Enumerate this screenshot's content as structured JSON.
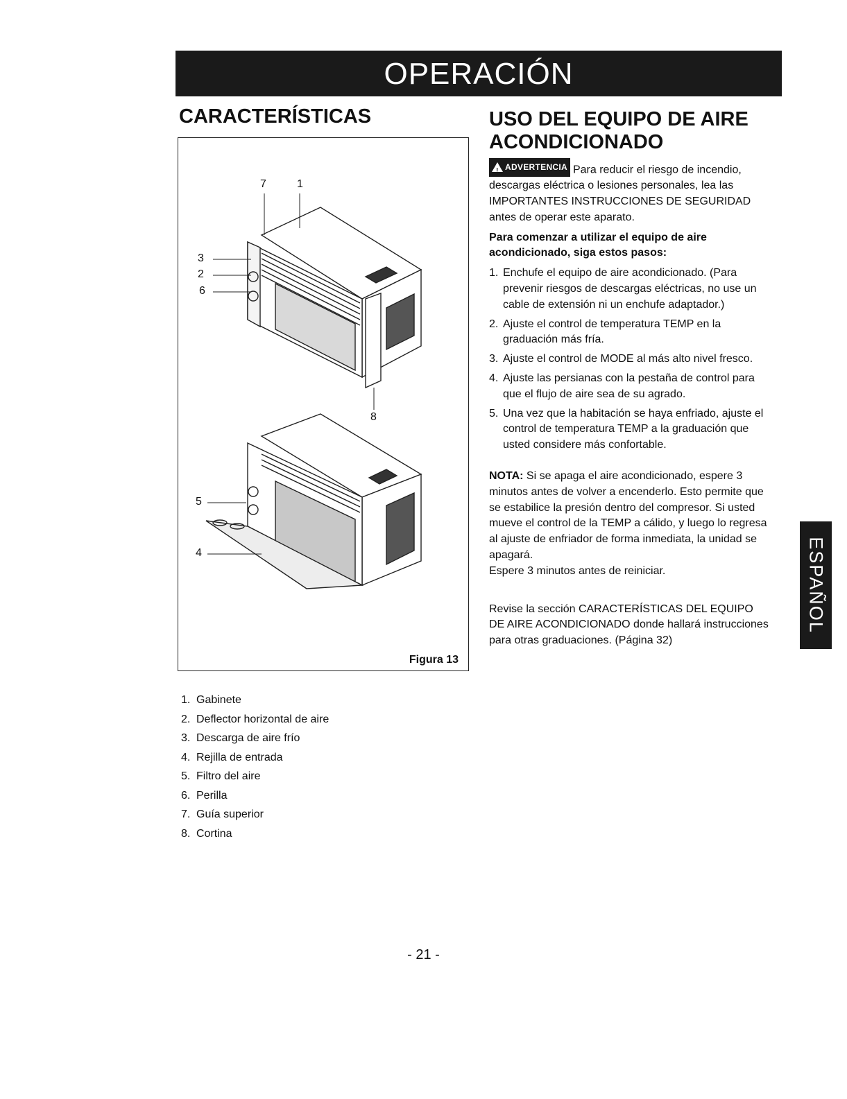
{
  "header": {
    "title": "OPERACIÓN"
  },
  "left": {
    "heading": "CARACTERÍSTICAS",
    "figure_caption": "Figura 13",
    "callouts": [
      "7",
      "1",
      "3",
      "2",
      "6",
      "8",
      "5",
      "4"
    ],
    "parts": [
      {
        "num": "1.",
        "label": "Gabinete"
      },
      {
        "num": "2.",
        "label": "Deflector horizontal de aire"
      },
      {
        "num": "3.",
        "label": "Descarga de aire frío"
      },
      {
        "num": "4.",
        "label": "Rejilla de entrada"
      },
      {
        "num": "5.",
        "label": "Filtro del aire"
      },
      {
        "num": "6.",
        "label": "Perilla"
      },
      {
        "num": "7.",
        "label": "Guía superior"
      },
      {
        "num": "8.",
        "label": "Cortina"
      }
    ]
  },
  "right": {
    "heading": "USO DEL EQUIPO DE AIRE ACONDICIONADO",
    "warning_label": "ADVERTENCIA",
    "warning_text": "Para reducir el riesgo de incendio, descargas eléctrica o lesiones personales, lea las IMPORTANTES INSTRUCCIONES DE SEGURIDAD antes de operar este aparato.",
    "lead": "Para comenzar a utilizar el equipo de aire acondicionado, siga estos pasos:",
    "steps": [
      {
        "num": "1.",
        "text": "Enchufe el equipo de aire acondicionado. (Para prevenir riesgos de descargas eléctricas, no use un cable de extensión ni un enchufe adaptador.)"
      },
      {
        "num": "2.",
        "text": "Ajuste el control de temperatura TEMP en la graduación más fría."
      },
      {
        "num": "3.",
        "text": "Ajuste el control de MODE al más alto nivel fresco."
      },
      {
        "num": "4.",
        "text": "Ajuste las persianas con la pestaña de control para que el flujo de aire sea de su agrado."
      },
      {
        "num": "5.",
        "text": "Una vez que la habitación se haya enfriado, ajuste el control de temperatura TEMP a la graduación que usted considere más confortable."
      }
    ],
    "note_label": "NOTA:",
    "note_text": "Si se apaga el aire acondicionado, espere 3 minutos antes de volver a encenderlo. Esto permite que se estabilice la presión dentro del compresor. Si usted mueve el control de la TEMP a cálido, y luego lo regresa al ajuste de enfriador de forma inmediata, la unidad se apagará.",
    "note_wait": "Espere 3 minutos antes de reiniciar.",
    "revise_text": "Revise la sección CARACTERÍSTICAS DEL EQUIPO DE AIRE ACONDICIONADO donde hallará instrucciones para otras graduaciones. (Página 32)"
  },
  "side_tab": {
    "label": "ESPAÑOL"
  },
  "footer": {
    "page": "- 21 -"
  }
}
